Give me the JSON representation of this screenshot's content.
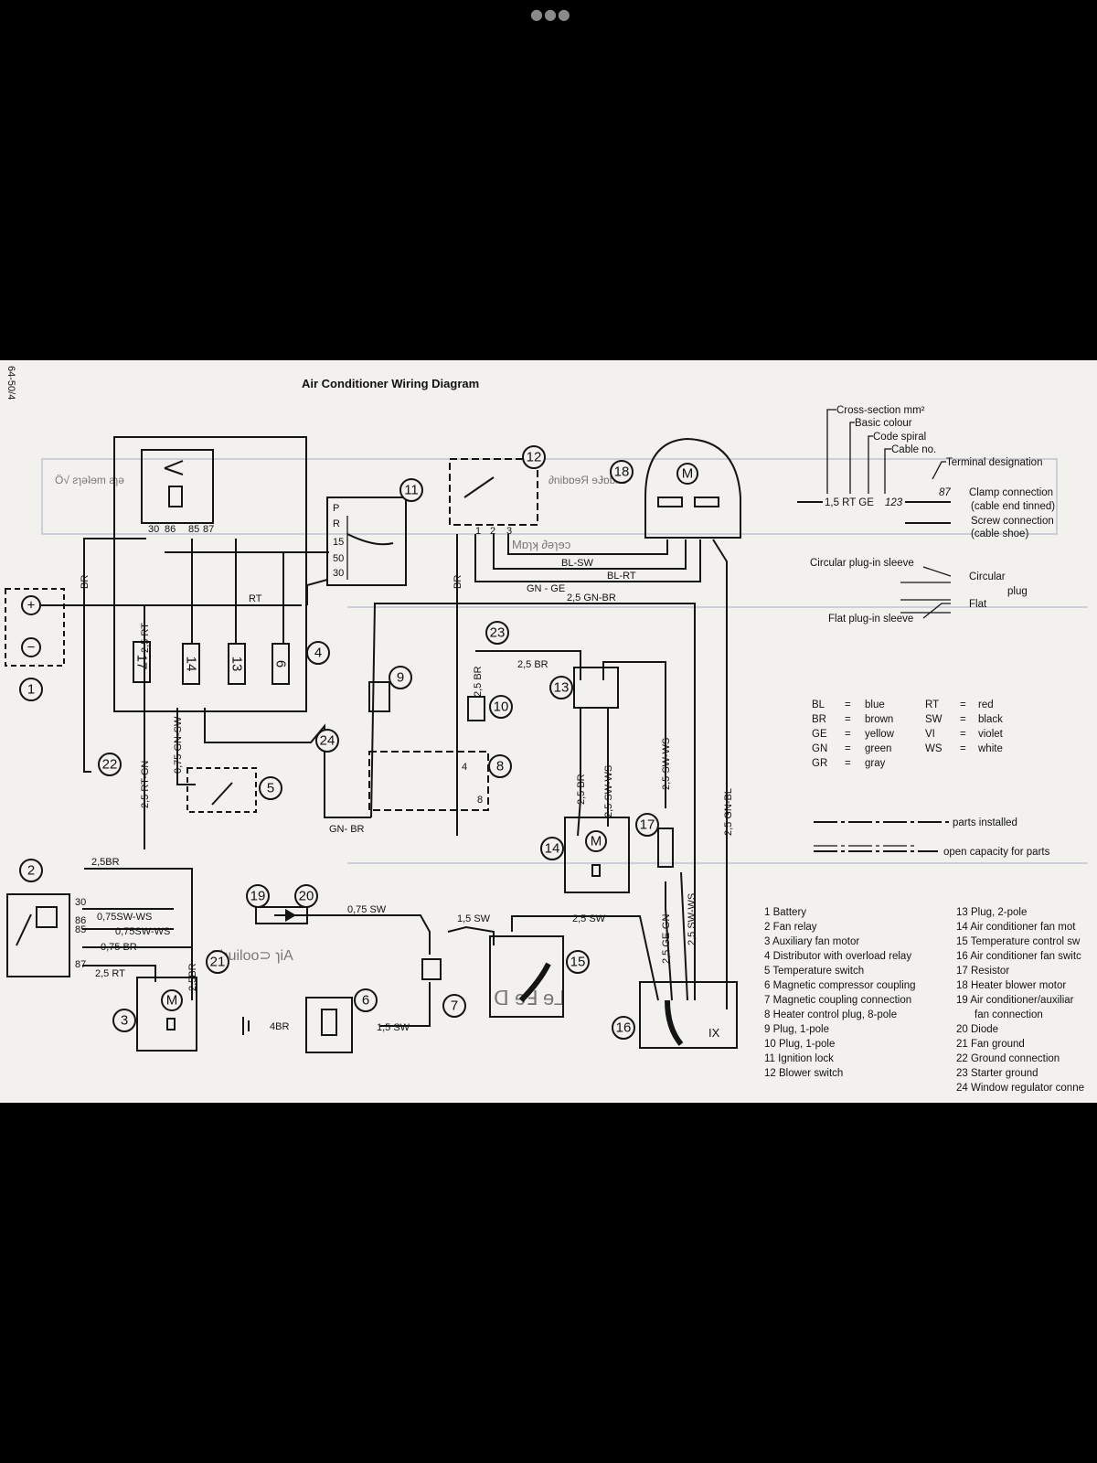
{
  "viewer": {
    "menu_dots": "●●●"
  },
  "doc": {
    "page_ref": "64-50/4",
    "title": "Air Conditioner Wiring Diagram",
    "key": {
      "cross_section": "Cross-section mm²",
      "basic_colour": "Basic colour",
      "code_spiral": "Code spiral",
      "cable_no": "Cable no.",
      "terminal_designation": "Terminal designation",
      "example": "1,5 RT GE",
      "example_cable": "123",
      "terminal_87": "87",
      "clamp_connection": "Clamp connection",
      "clamp_sub": "(cable end tinned)",
      "screw_connection": "Screw connection",
      "screw_sub": "(cable shoe)",
      "circular_sleeve": "Circular plug-in sleeve",
      "circular_plug_1": "Circular",
      "circular_plug_2": "plug",
      "flat_sleeve": "Flat plug-in sleeve",
      "flat": "Flat"
    },
    "colours": [
      {
        "code": "BL",
        "eq": "=",
        "name": "blue",
        "code2": "RT",
        "name2": "red"
      },
      {
        "code": "BR",
        "eq": "=",
        "name": "brown",
        "code2": "SW",
        "name2": "black"
      },
      {
        "code": "GE",
        "eq": "=",
        "name": "yellow",
        "code2": "VI",
        "name2": "violet"
      },
      {
        "code": "GN",
        "eq": "=",
        "name": "green",
        "code2": "WS",
        "name2": "white"
      },
      {
        "code": "GR",
        "eq": "=",
        "name": "gray",
        "code2": "",
        "name2": ""
      }
    ],
    "line_legend": {
      "installed": "parts installed",
      "open": "open capacity for parts"
    },
    "parts_left": [
      "1 Battery",
      "2 Fan relay",
      "3 Auxiliary fan motor",
      "4 Distributor with overload relay",
      "5 Temperature switch",
      "6 Magnetic compressor coupling",
      "7 Magnetic coupling connection",
      "8 Heater control plug, 8-pole",
      "9 Plug, 1-pole",
      "10 Plug, 1-pole",
      "11 Ignition lock",
      "12 Blower switch"
    ],
    "parts_right": [
      "13 Plug, 2-pole",
      "14 Air conditioner fan mot",
      "15 Temperature control sw",
      "16 Air conditioner fan switc",
      "17 Resistor",
      "18 Heater blower motor",
      "19 Air conditioner/auxiliar",
      "fan connection",
      "20 Diode",
      "21 Fan ground",
      "22 Ground connection",
      "23 Starter ground",
      "24 Window regulator conne"
    ],
    "wires": {
      "br": "BR",
      "rt": "RT",
      "rt25": "2,5 RT",
      "rtgn": "2,5 RT-GN",
      "gnsw": "0,75 GN-SW",
      "gnbr_top": "2,5 GN-BR",
      "gnbr_bot": "GN- BR",
      "gnge": "GN - GE",
      "blsw": "BL-SW",
      "blrt": "BL-RT",
      "br25a": "2,5 BR",
      "br25b": "2,5BR",
      "br25c": "2,5 BR",
      "br25d": "2,5 BR",
      "swws_a": "0,75SW-WS",
      "swws_b": "0,75SW-WS",
      "br075": "0,75 BR",
      "rt25b": "2,5 RT",
      "br25e": "2,5BR",
      "br4": "4BR",
      "sw075": "0,75 SW",
      "sw15a": "1,5 SW",
      "sw25": "2,5 SW",
      "sw15b": "1,5 SW",
      "swws25": "2,5 SW-WS",
      "swws25b": "2,5 SW-WS",
      "gebr": "2,5 BR",
      "swws_m": "2,5 SW-WS",
      "gegn": "2,5 GE-GN",
      "swws_l": "2,5 SW-WS",
      "gnbl": "2,5 GN-BL"
    },
    "terminals": [
      "30",
      "86",
      "85",
      "87",
      "P",
      "R",
      "15",
      "50",
      "30",
      "1",
      "2",
      "3",
      "30",
      "86",
      "85",
      "87",
      "4",
      "8"
    ],
    "roman": "IX"
  }
}
